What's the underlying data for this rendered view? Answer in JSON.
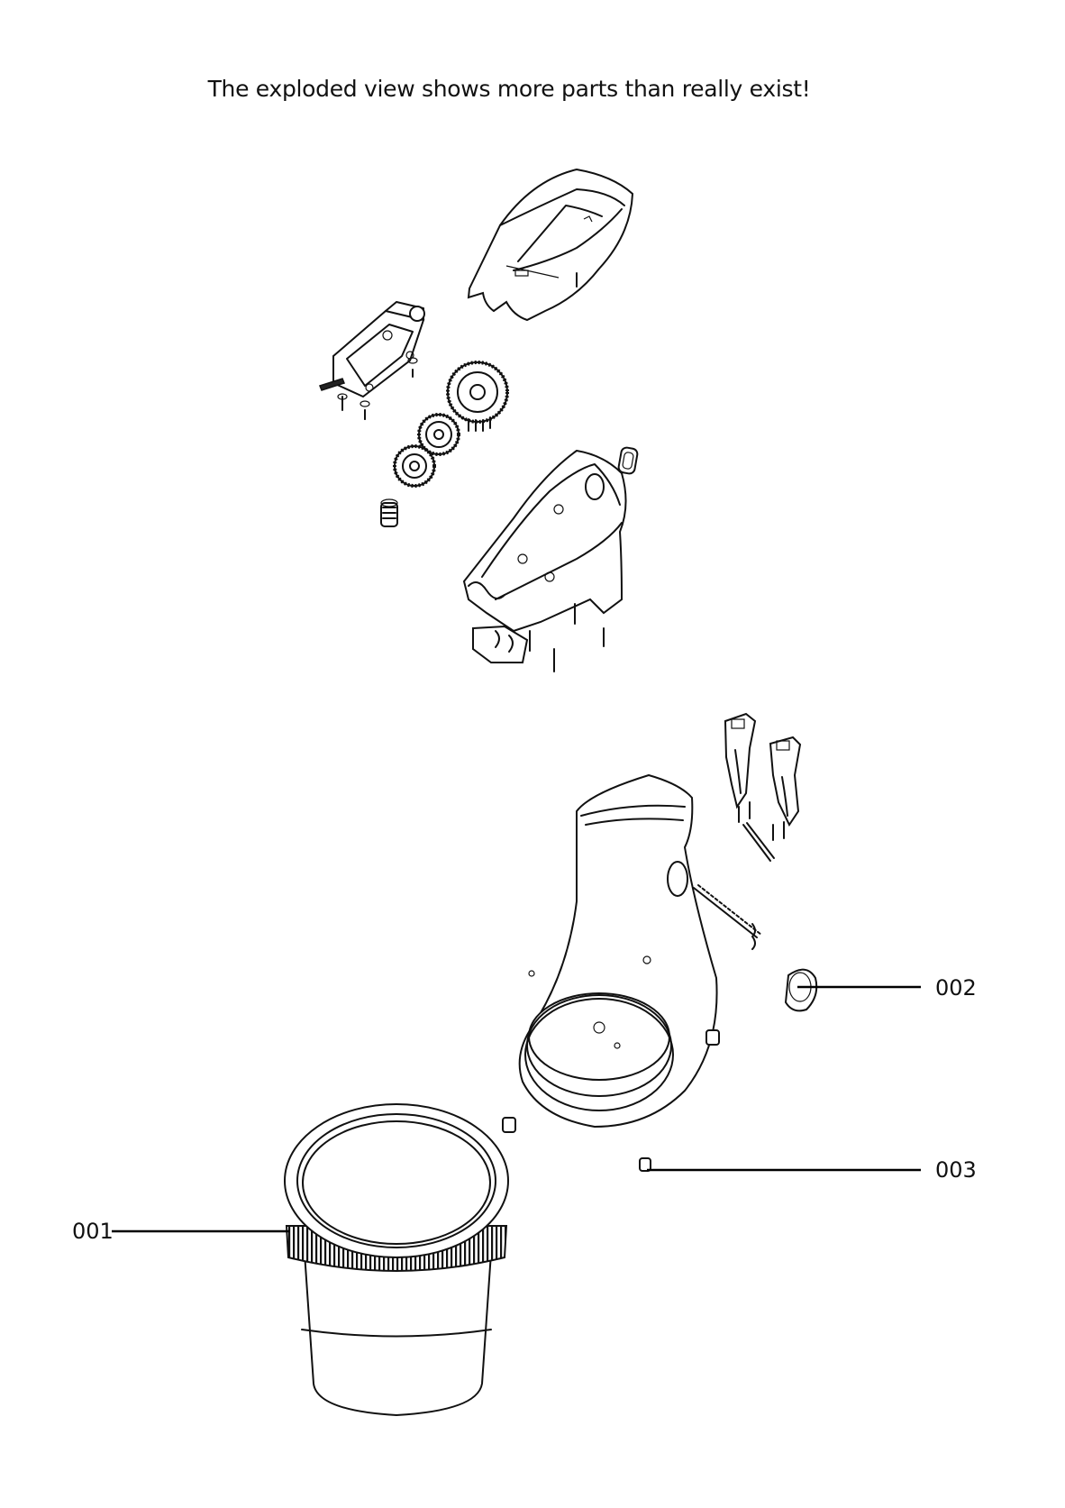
{
  "note": "The exploded view shows more parts than really exist!",
  "callouts": {
    "c001": "001",
    "c002": "002",
    "c003": "003"
  },
  "colors": {
    "ink": "#111111",
    "paper": "#ffffff"
  }
}
